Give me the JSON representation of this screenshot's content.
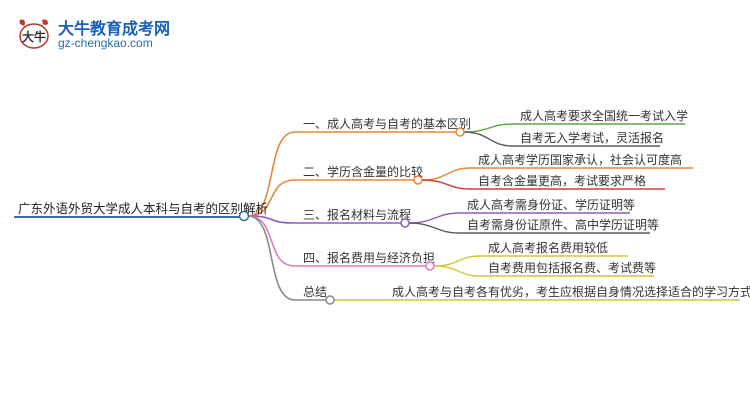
{
  "logo": {
    "title": "大牛教育成考网",
    "url": "gz-chengkao.com",
    "mark_text": "大牛"
  },
  "root": {
    "label": "广东外语外贸大学成人本科与自考的区别解析",
    "color": "#3b6fa6"
  },
  "branches": [
    {
      "label": "一、成人高考与自考的基本区别",
      "color": "#e8873a",
      "children": [
        {
          "label": "成人高考要求全国统一考试入学",
          "color": "#58a845"
        },
        {
          "label": "自考无入学考试，灵活报名",
          "color": "#5b5b5b"
        }
      ]
    },
    {
      "label": "二、学历含金量的比较",
      "color": "#e8873a",
      "children": [
        {
          "label": "成人高考学历国家承认，社会认可度高",
          "color": "#e8873a"
        },
        {
          "label": "自考含金量更高，考试要求严格",
          "color": "#d83a3a"
        }
      ]
    },
    {
      "label": "三、报名材料与流程",
      "color": "#8b5fbf",
      "children": [
        {
          "label": "成人高考需身份证、学历证明等",
          "color": "#8b5fbf"
        },
        {
          "label": "自考需身份证原件、高中学历证明等",
          "color": "#5b5b5b"
        }
      ]
    },
    {
      "label": "四、报名费用与经济负担",
      "color": "#e07ac0",
      "children": [
        {
          "label": "成人高考报名费用较低",
          "color": "#d6c43a"
        },
        {
          "label": "自考费用包括报名费、考试费等",
          "color": "#d6c43a"
        }
      ]
    },
    {
      "label": "总结",
      "color": "#8a8a8a",
      "children": [
        {
          "label": "成人高考与自考各有优劣，考生应根据自身情况选择适合的学习方式。",
          "color": "#d6c43a"
        }
      ]
    }
  ]
}
